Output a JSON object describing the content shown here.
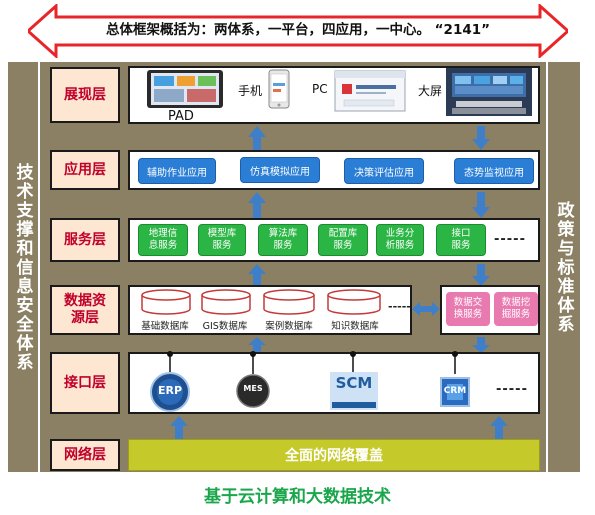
{
  "banner": {
    "text": "总体框架概括为：两体系，一平台，四应用，一中心。 “2141”"
  },
  "side_left": {
    "text": "技术支撑和信息安全体系"
  },
  "side_right": {
    "text": "政策与标准体系"
  },
  "layers": {
    "display": "展现层",
    "application": "应用层",
    "service": "服务层",
    "data_line1": "数据资",
    "data_line2": "源层",
    "interface": "接口层",
    "network": "网络层"
  },
  "display_devices": {
    "pad": "PAD",
    "phone": "手机",
    "pc": "PC",
    "bigscreen": "大屏"
  },
  "applications": [
    "辅助作业应用",
    "仿真模拟应用",
    "决策评估应用",
    "态势监视应用"
  ],
  "services": [
    {
      "l1": "地理信",
      "l2": "息服务"
    },
    {
      "l1": "模型库",
      "l2": "服务"
    },
    {
      "l1": "算法库",
      "l2": "服务"
    },
    {
      "l1": "配置库",
      "l2": "服务"
    },
    {
      "l1": "业务分",
      "l2": "析服务"
    },
    {
      "l1": "接口",
      "l2": "服务"
    }
  ],
  "ellipsis": "-----",
  "databases": [
    "基础数据库",
    "GIS数据库",
    "案例数据库",
    "知识数据库"
  ],
  "data_services": [
    {
      "l1": "数据交",
      "l2": "换服务"
    },
    {
      "l1": "数据挖",
      "l2": "掘服务"
    }
  ],
  "interfaces": {
    "erp": "ERP",
    "mes": "MES",
    "scm": "SCM",
    "crm": "CRM"
  },
  "network_text": "全面的网络覆盖",
  "footer": "基于云计算和大数据技术",
  "colors": {
    "side": "#8b8063",
    "layer_label_bg": "#fde6d2",
    "layer_label_text": "#c0002a",
    "app_blue": "#2a7ed6",
    "service_green": "#2bb544",
    "data_pink": "#e97ab0",
    "network_bar": "#c5ca2a",
    "banner_red": "#e8262a",
    "arrow_blue": "#3f7fc9",
    "footer_green": "#1aa64a"
  }
}
